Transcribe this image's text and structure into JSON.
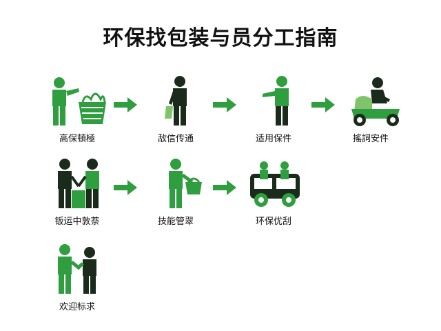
{
  "title": "环保找包装与员分工指南",
  "colors": {
    "green": "#2e9e3e",
    "dark": "#1a2b1c",
    "bag": "#7fc46a"
  },
  "steps": [
    {
      "label": "高保頓極",
      "icon": "person-with-basket-icon"
    },
    {
      "label": "敌信传通",
      "icon": "person-carrying-bag-icon"
    },
    {
      "label": "适用保件",
      "icon": "person-pointing-icon"
    },
    {
      "label": "搖詞安件",
      "icon": "scooter-rider-icon"
    },
    {
      "label": "钣运中敦萘",
      "icon": "two-people-with-bin-icon"
    },
    {
      "label": "技能管翠",
      "icon": "person-holding-basket-icon"
    },
    {
      "label": "环保优刮",
      "icon": "cargo-vehicle-icon"
    },
    {
      "label": "欢迎标求",
      "icon": "handshake-icon"
    }
  ]
}
